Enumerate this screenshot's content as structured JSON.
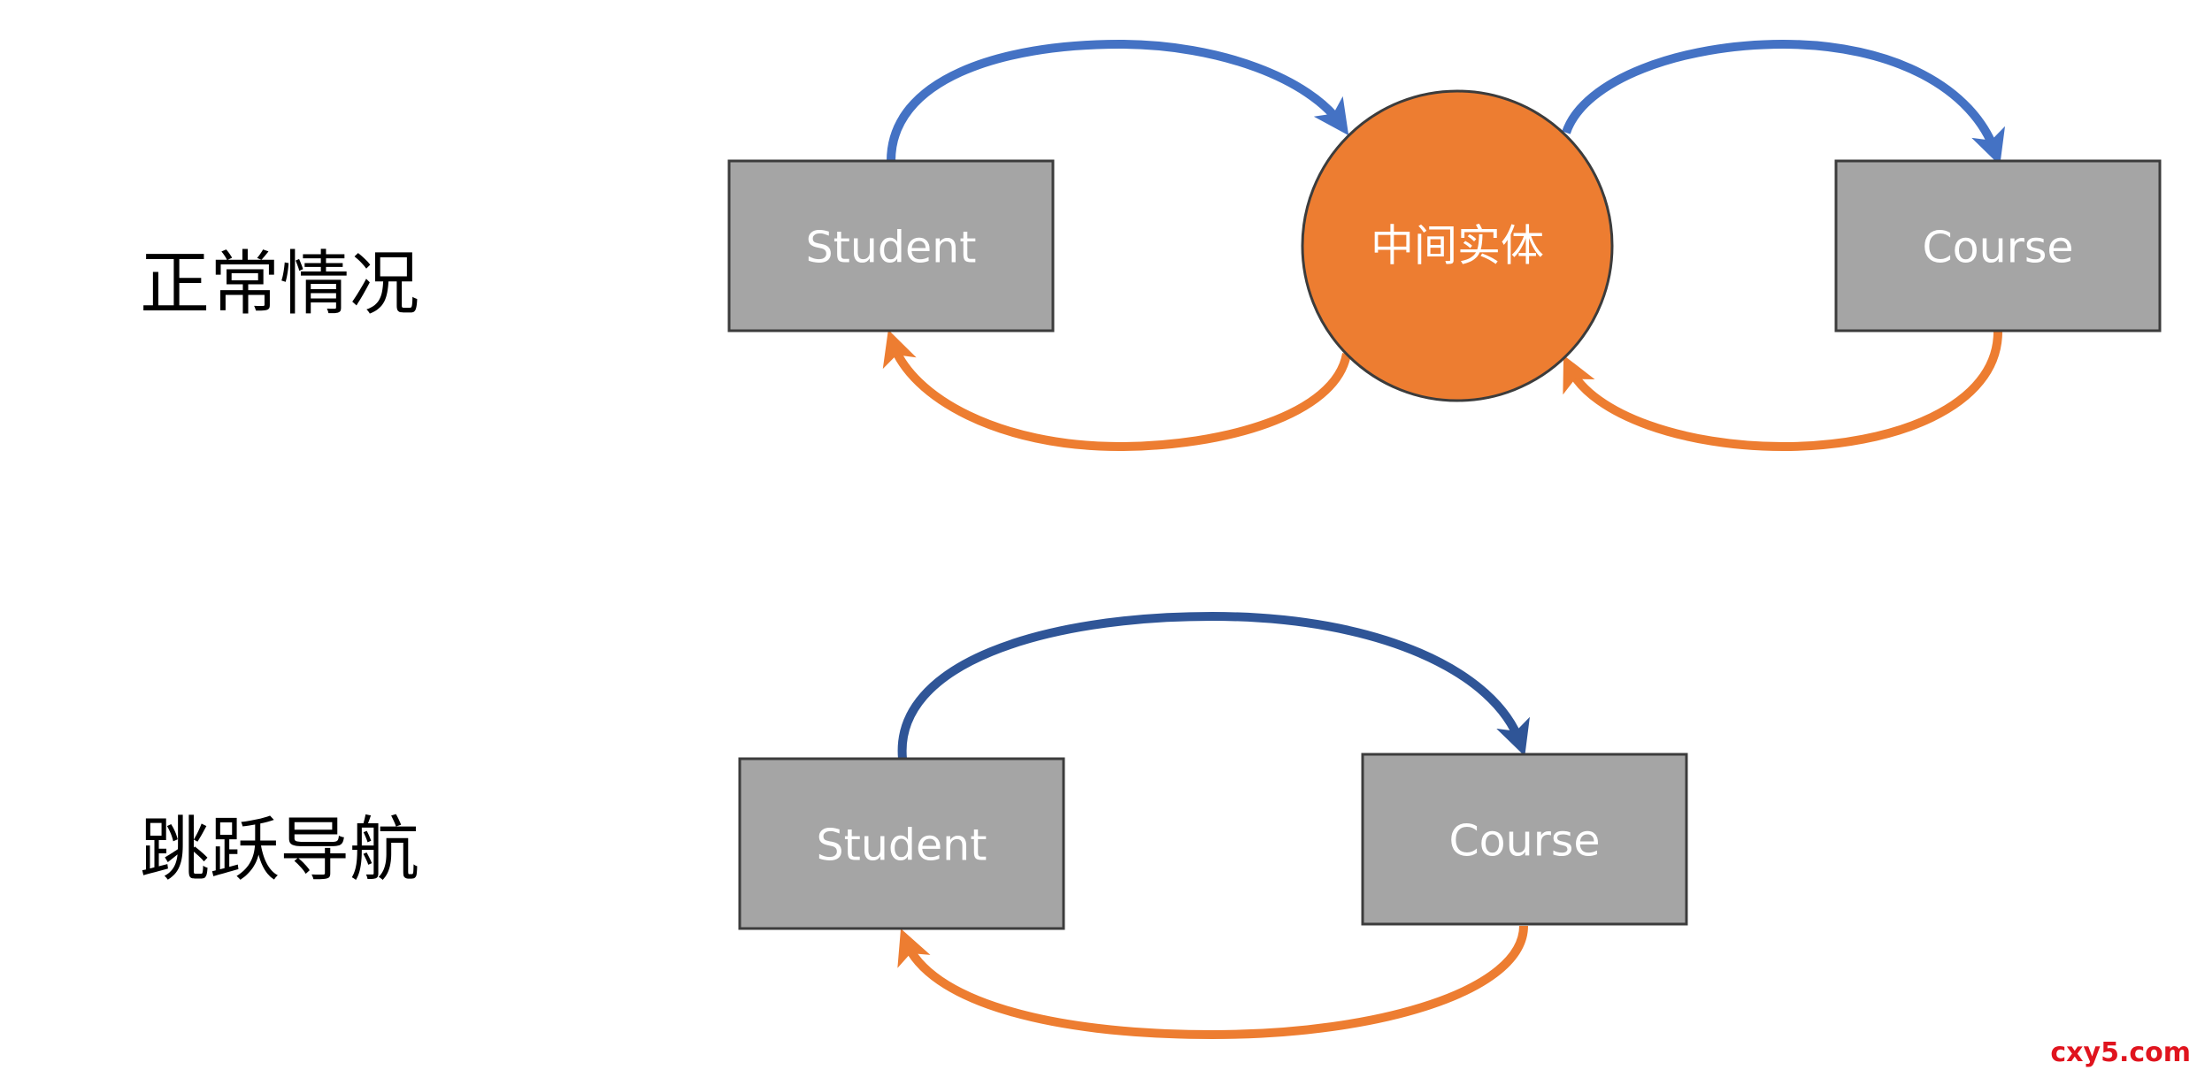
{
  "rows": {
    "normal": {
      "label": "正常情况",
      "student": "Student",
      "middle": "中间实体",
      "course": "Course"
    },
    "jump": {
      "label": "跳跃导航",
      "student": "Student",
      "course": "Course"
    }
  },
  "watermark": "cxy5.com",
  "colors": {
    "box_fill": "#a5a5a5",
    "box_stroke": "#3c3c3c",
    "circle_fill": "#ed7d31",
    "arrow_blue": "#4472c4",
    "arrow_blue_dark": "#2f5597",
    "arrow_orange": "#ed7d31",
    "label_text": "#000000",
    "node_text": "#ffffff",
    "watermark": "#e0141e"
  }
}
